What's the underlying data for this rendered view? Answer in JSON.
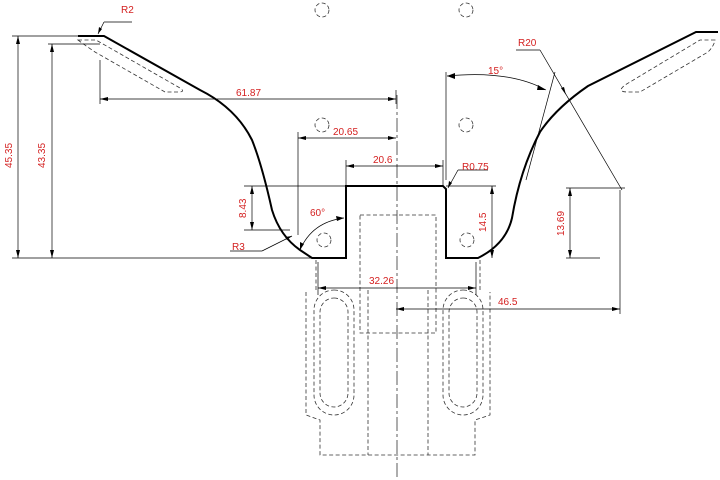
{
  "colors": {
    "outline": "#000000",
    "dimension_line": "#000000",
    "dimension_text": "#d42020",
    "hidden_line": "#333333",
    "background": "#ffffff"
  },
  "dimensions": {
    "r2": "R2",
    "r20": "R20",
    "r075": "R0.75",
    "r3": "R3",
    "d6187": "61.87",
    "d2065": "20.65",
    "d206": "20.6",
    "d3226": "32.26",
    "d465": "46.5",
    "d4535": "45.35",
    "d4335": "43.35",
    "d843": "8.43",
    "d145": "14.5",
    "d1369": "13.69",
    "a15": "15°",
    "a60": "60°"
  }
}
